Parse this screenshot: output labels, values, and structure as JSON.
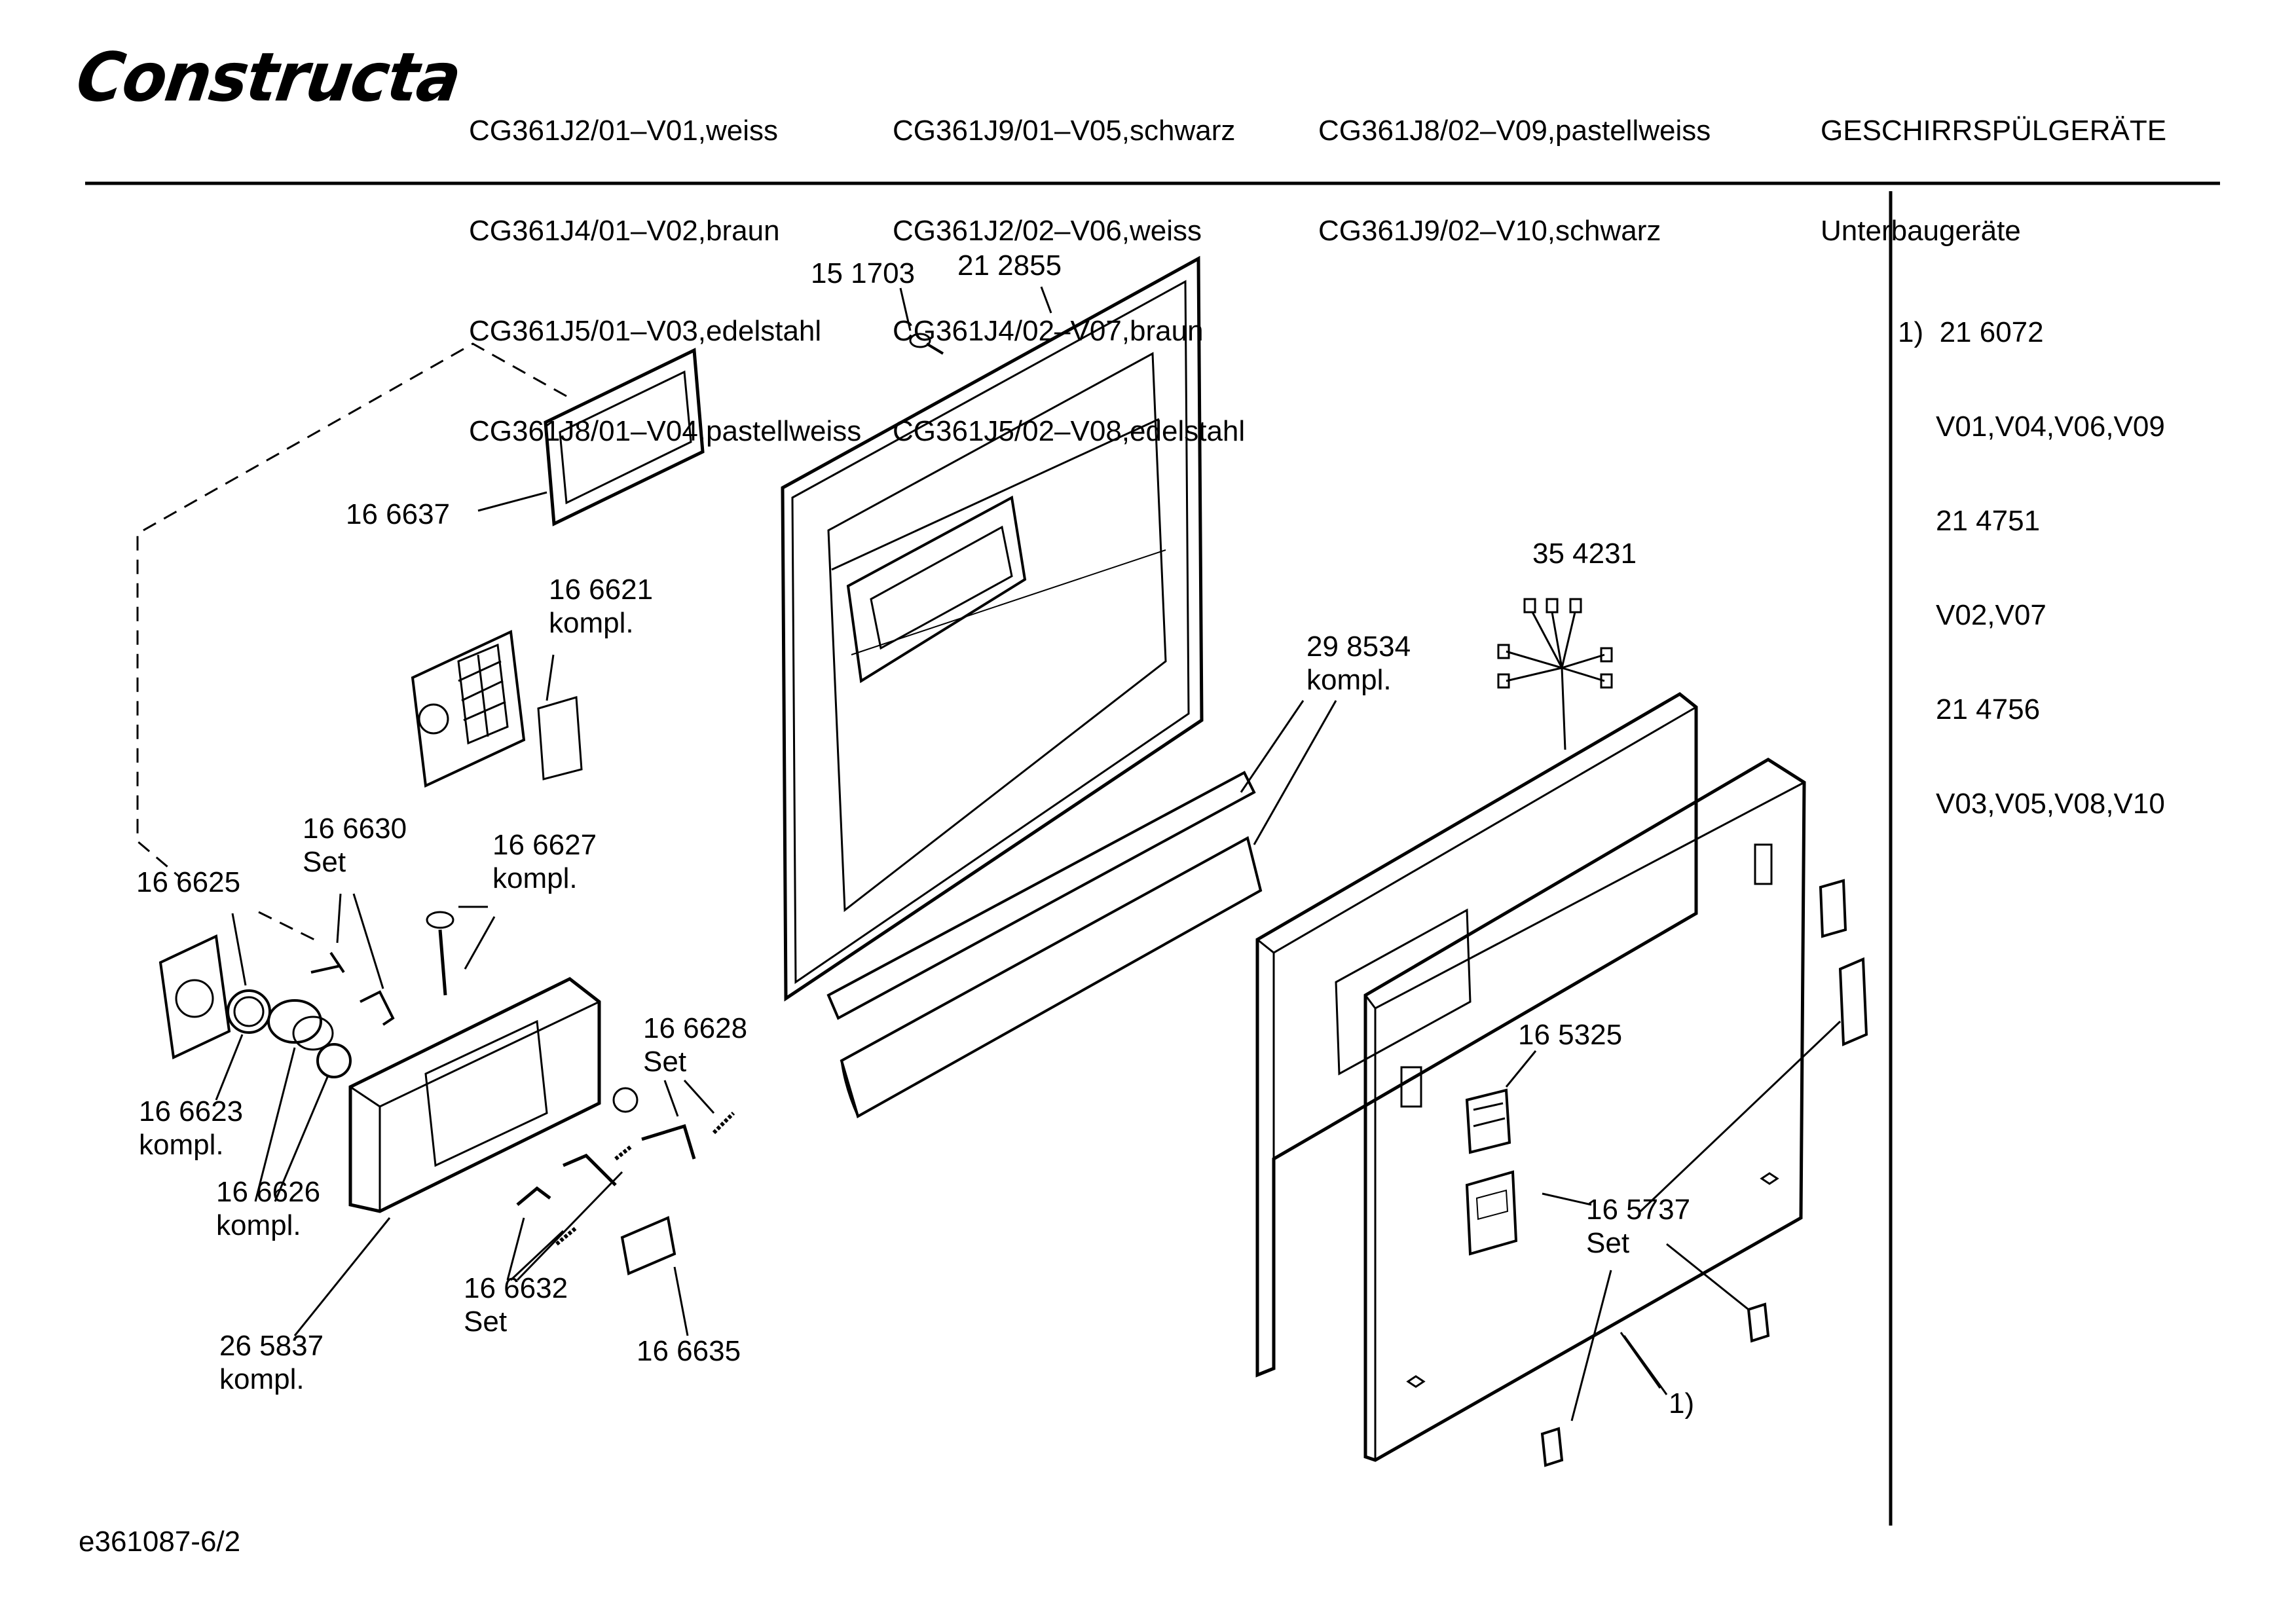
{
  "header": {
    "brand": "Constructa",
    "col1": [
      "CG361J2/01–V01,weiss",
      "CG361J4/01–V02,braun",
      "CG361J5/01–V03,edelstahl",
      "CG361J8/01–V04,pastellweiss"
    ],
    "col2": [
      "CG361J9/01–V05,schwarz",
      "CG361J2/02–V06,weiss",
      "CG361J4/02–V07,braun",
      "CG361J5/02–V08,edelstahl"
    ],
    "col3": [
      "CG361J8/02–V09,pastellweiss",
      "CG361J9/02–V10,schwarz"
    ],
    "col4": [
      "GESCHIRRSPÜLGERÄTE",
      "Unterbaugeräte"
    ]
  },
  "note": {
    "lines": [
      "1)  21 6072",
      "V01,V04,V06,V09",
      "21 4751",
      "V02,V07",
      "21 4756",
      "V03,V05,V08,V10"
    ]
  },
  "parts": {
    "p151703": "15 1703",
    "p212855": "21 2855",
    "p166637": "16 6637",
    "p166621": "16 6621",
    "p166621_sub": "kompl.",
    "p354231": "35 4231",
    "p298534": "29 8534",
    "p298534_sub": "kompl.",
    "p166630": "16 6630",
    "p166630_sub": "Set",
    "p166627": "16 6627",
    "p166627_sub": "kompl.",
    "p166625": "16 6625",
    "p166628": "16 6628",
    "p166628_sub": "Set",
    "p165325": "16 5325",
    "p166623": "16 6623",
    "p166623_sub": "kompl.",
    "p166626": "16 6626",
    "p166626_sub": "kompl.",
    "p165737": "16 5737",
    "p165737_sub": "Set",
    "p166632": "16 6632",
    "p166632_sub": "Set",
    "p166635": "16 6635",
    "p265837": "26 5837",
    "p265837_sub": "kompl.",
    "ref1": "1)"
  },
  "footer": {
    "code": "e361087-6/2"
  }
}
